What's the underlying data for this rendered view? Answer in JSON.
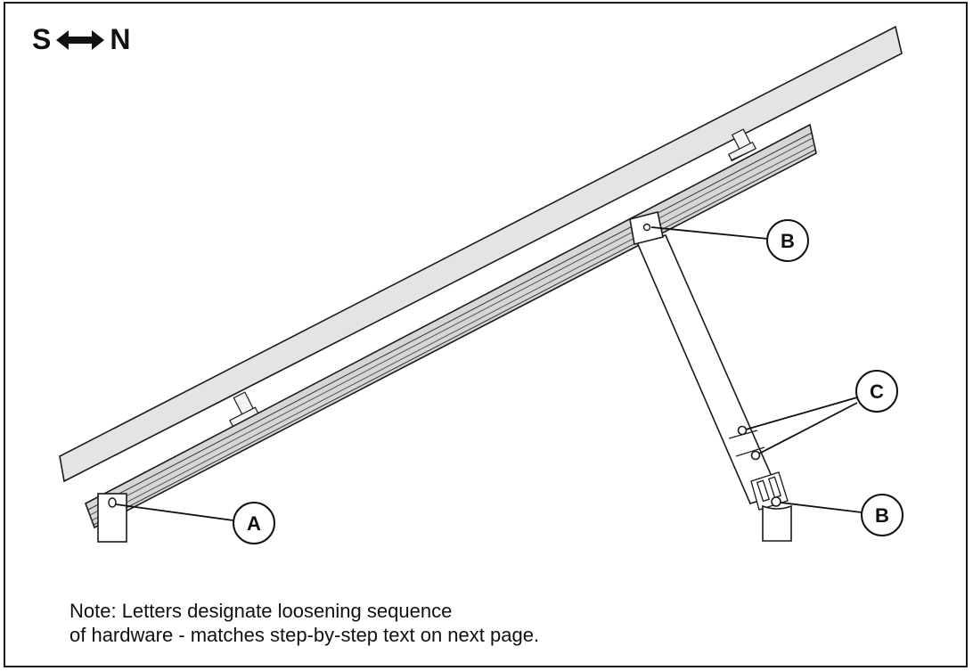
{
  "compass": {
    "south": "S",
    "north": "N"
  },
  "callouts": {
    "a": "A",
    "b_top": "B",
    "b_bottom": "B",
    "c": "C"
  },
  "note": {
    "line1": "Note: Letters designate loosening sequence",
    "line2": "of hardware - matches step-by-step text on next page."
  }
}
